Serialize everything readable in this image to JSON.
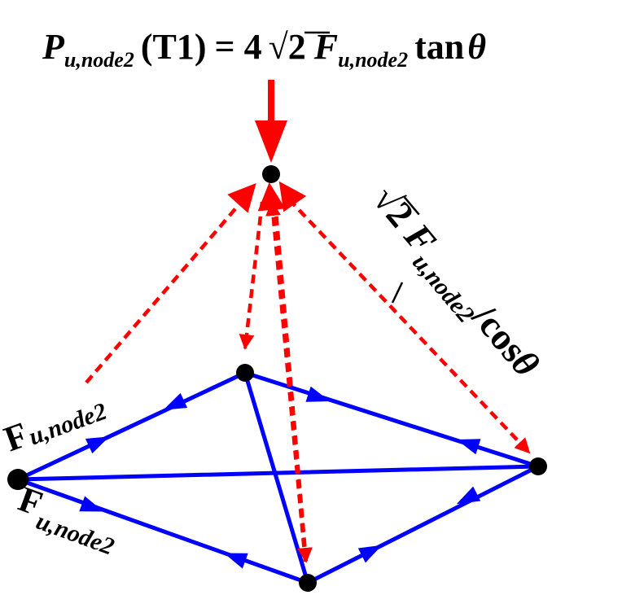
{
  "formula": {
    "p": "P",
    "p_sub": "u,node2",
    "t1": "(T1)",
    "eq_coef": "= 4",
    "root": "√",
    "root_arg": "2",
    "f": "F",
    "f_sub": "u,node2",
    "tan": "tan",
    "theta": "θ"
  },
  "edge_label": {
    "root": "√",
    "root_arg": "2",
    "f": "F",
    "sub": "u,node2",
    "tail": "/cos",
    "theta": "θ"
  },
  "force_labels": {
    "upper": {
      "f": "F",
      "sub": "u,node2"
    },
    "lower": {
      "f": "F",
      "sub": "u,node2"
    }
  },
  "colors": {
    "red": "#ff0000",
    "blue": "#0000ff",
    "black": "#000000"
  }
}
